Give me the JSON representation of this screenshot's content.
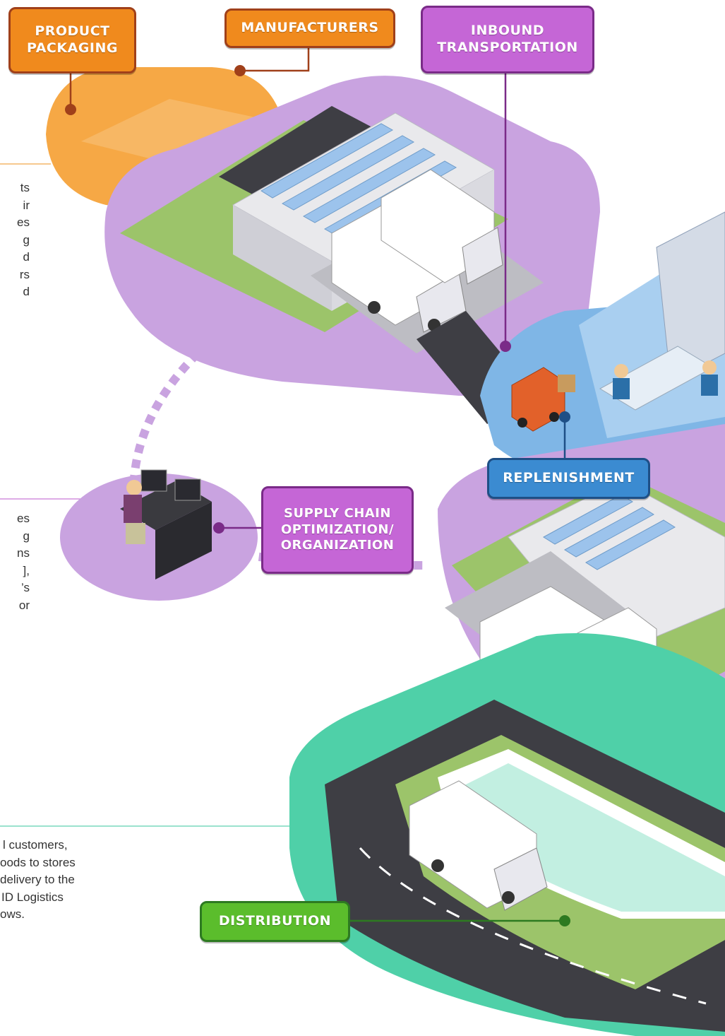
{
  "labels": {
    "product_packaging": "PRODUCT\nPACKAGING",
    "manufacturers": "MANUFACTURERS",
    "inbound_transportation": "INBOUND\nTRANSPORTATION",
    "replenishment": "REPLENISHMENT",
    "supply_chain": "SUPPLY CHAIN\nOPTIMIZATION/\nORGANIZATION",
    "distribution": "DISTRIBUTION"
  },
  "text_fragments": {
    "block1": [
      "ts",
      "ir",
      "es",
      "g",
      "d",
      "rs",
      "d"
    ],
    "block2": [
      "es",
      "g",
      "ns",
      "],",
      "’s",
      "or"
    ],
    "block3": [
      "l  customers,",
      "oods to stores",
      "delivery to the",
      "ID  Logistics",
      "ows."
    ]
  },
  "colors": {
    "purple_zone": "#c9a3e0",
    "orange_zone": "#f6a845",
    "blue_zone": "#7fb6e6",
    "green_zone": "#4fd0a8",
    "orange_label": "#f08a1d",
    "purple_label": "#c566d6",
    "blue_label": "#3b8bd1",
    "green_label": "#5bbd2c"
  }
}
